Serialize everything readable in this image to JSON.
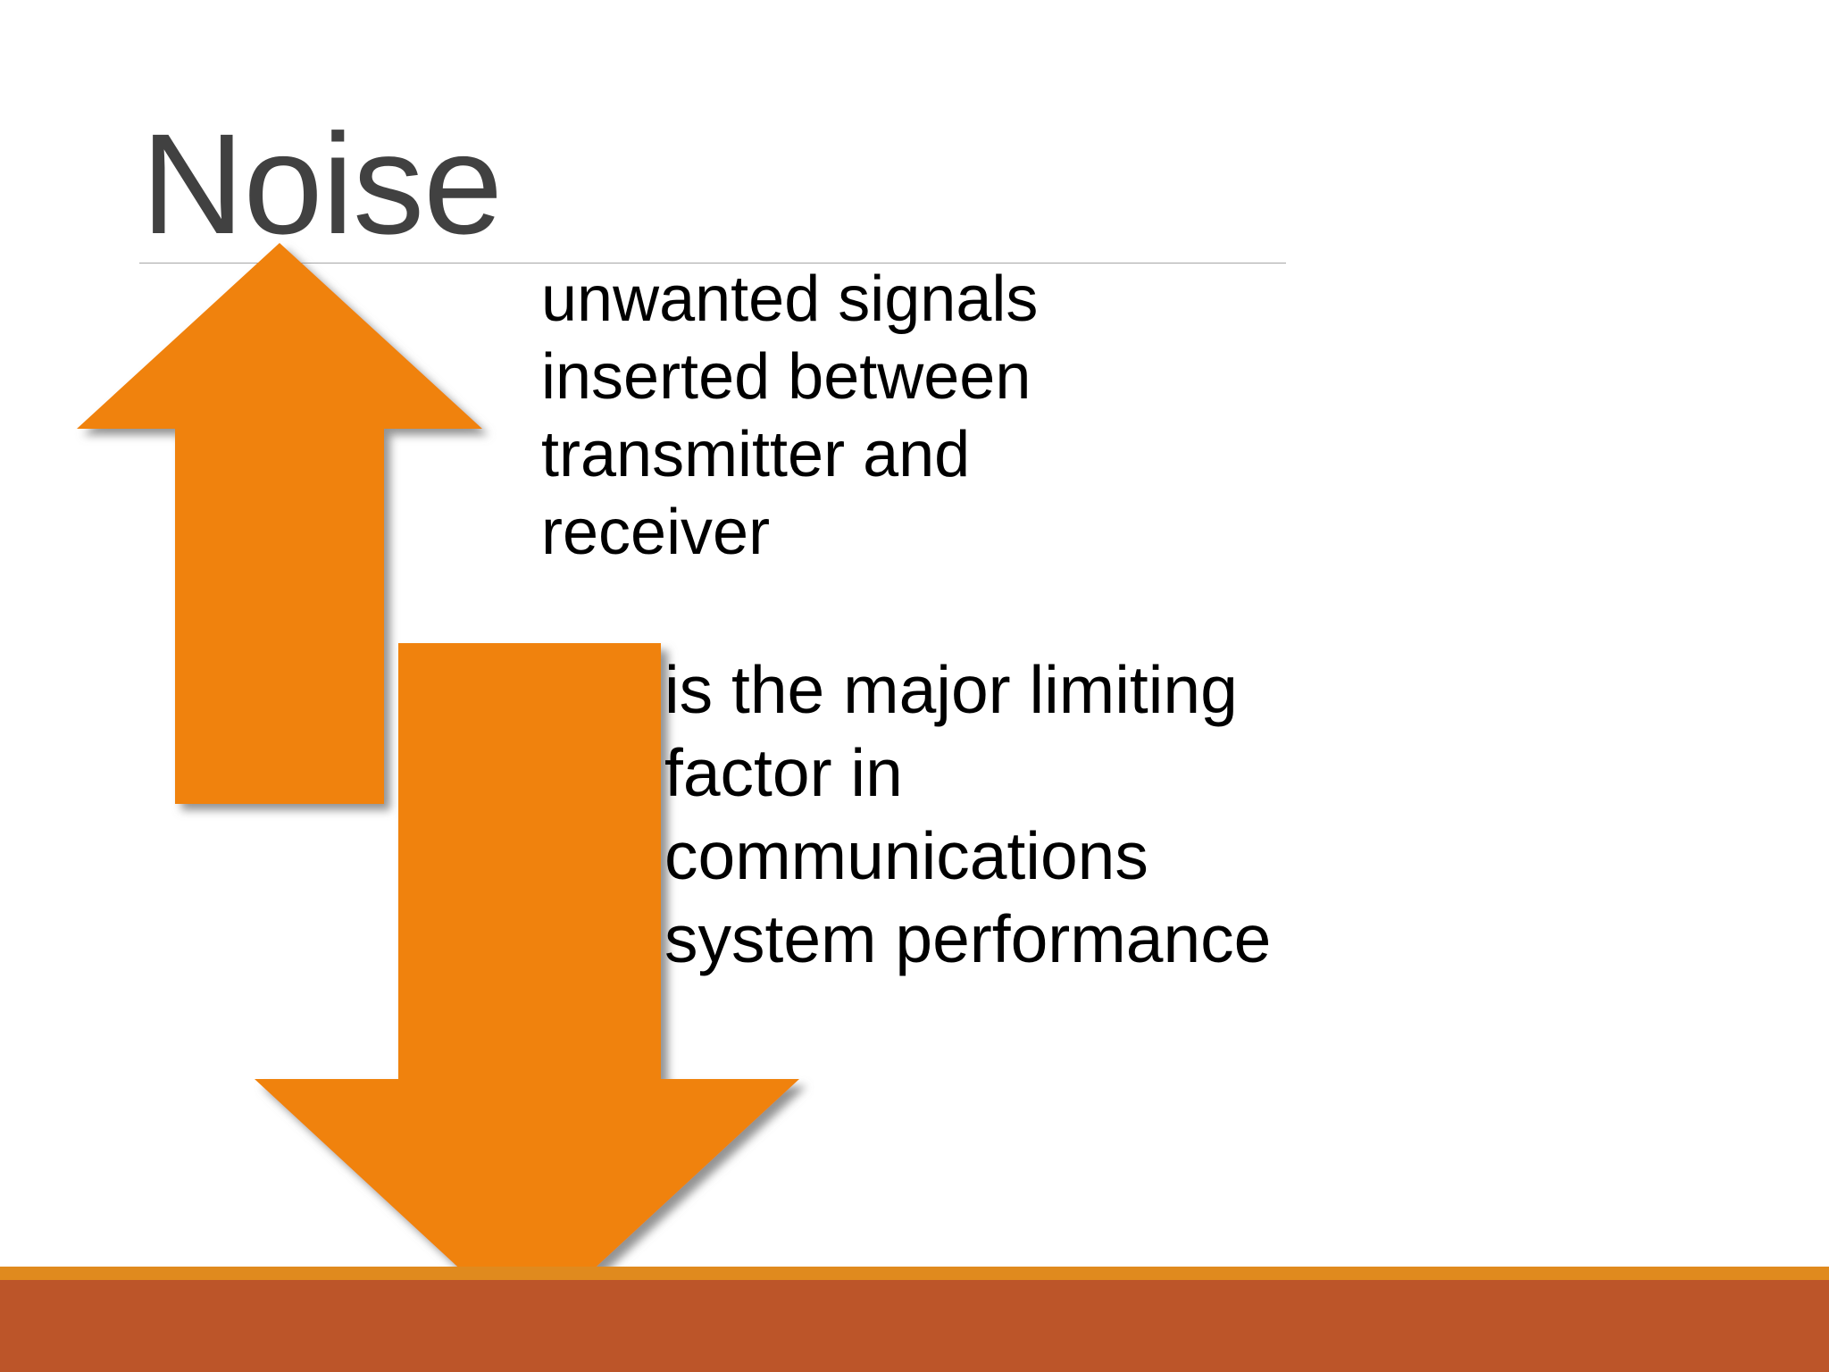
{
  "slide": {
    "title": "Noise",
    "background_color": "#ffffff",
    "title_color": "#414141",
    "rule_color": "#a6a6a6",
    "arrow_color": "#f08209",
    "band_orange_color": "#e08a1e",
    "band_rust_color": "#bc5529",
    "body_text_color": "#000000"
  },
  "text_blocks": [
    {
      "id": "definition",
      "full_text": "unwanted signals inserted between transmitter and receiver",
      "lines": [
        "unwanted signals",
        "inserted between",
        "transmitter and",
        "receiver"
      ]
    },
    {
      "id": "impact",
      "full_text": "is the major limiting factor in communications system performance",
      "lines": [
        "is the major limiting",
        "factor in",
        "communications",
        "system performance"
      ]
    }
  ],
  "graphics": [
    {
      "id": "arrow-up",
      "icon": "arrow-up-icon",
      "direction": "up",
      "color": "#f08209"
    },
    {
      "id": "arrow-down",
      "icon": "arrow-down-icon",
      "direction": "down",
      "color": "#f08209"
    }
  ]
}
